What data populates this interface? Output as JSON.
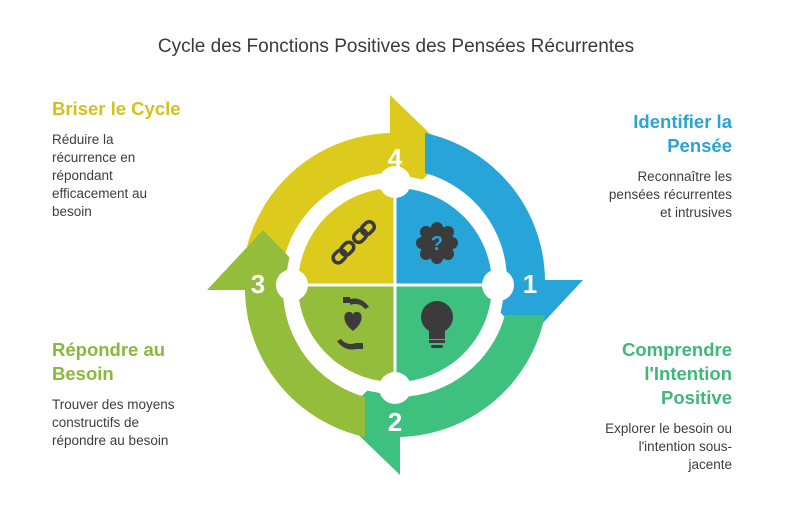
{
  "title": "Cycle des Fonctions Positives des Pensées Récurrentes",
  "colors": {
    "yellow": "#dccb1c",
    "blue": "#27a4d8",
    "green": "#3ec07f",
    "lime": "#93bd3a",
    "icon": "#3b3b3b"
  },
  "steps": [
    {
      "number": "1",
      "heading_lines": [
        "Identifier la",
        "Pensée"
      ],
      "desc_lines": [
        "Reconnaître les",
        "pensées récurrentes",
        "et intrusives"
      ],
      "icon": "question-badge-icon"
    },
    {
      "number": "2",
      "heading_lines": [
        "Comprendre",
        "l'Intention",
        "Positive"
      ],
      "desc_lines": [
        "Explorer le besoin ou",
        "l'intention sous-",
        "jacente"
      ],
      "icon": "lightbulb-icon"
    },
    {
      "number": "3",
      "heading_lines": [
        "Répondre au",
        "Besoin"
      ],
      "desc_lines": [
        "Trouver des moyens",
        "constructifs de",
        "répondre au besoin"
      ],
      "icon": "hands-heart-icon"
    },
    {
      "number": "4",
      "heading_lines": [
        "Briser le Cycle"
      ],
      "desc_lines": [
        "Réduire la",
        "récurrence en",
        "répondant",
        "efficacement au",
        "besoin"
      ],
      "icon": "broken-chain-icon"
    }
  ]
}
